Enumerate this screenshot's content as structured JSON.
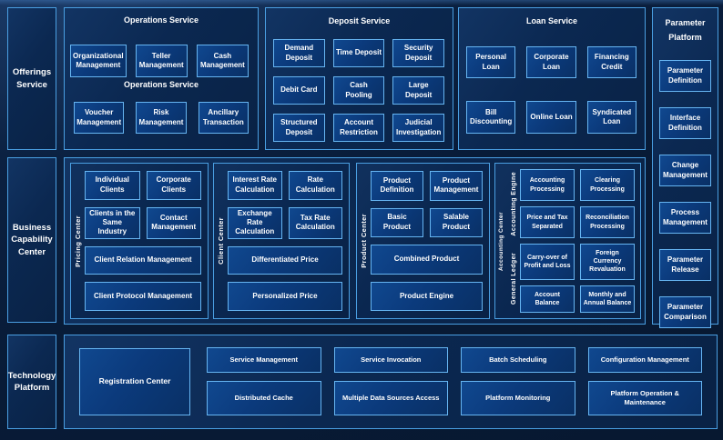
{
  "sidebars": {
    "offerings": "Offerings Service",
    "business": "Business Capability Center",
    "technology": "Technology Platform"
  },
  "operations": {
    "title": "Operations Service",
    "subtitle": "Operations Service",
    "row1": [
      "Organizational Management",
      "Teller Management",
      "Cash Management"
    ],
    "row2": [
      "Voucher Management",
      "Risk Management",
      "Ancillary Transaction"
    ]
  },
  "deposit": {
    "title": "Deposit Service",
    "row1": [
      "Demand Deposit",
      "Time Deposit",
      "Security Deposit"
    ],
    "row2": [
      "Debit Card",
      "Cash Pooling",
      "Large Deposit"
    ],
    "row3": [
      "Structured Deposit",
      "Account Restriction",
      "Judicial Investigation"
    ]
  },
  "loan": {
    "title": "Loan Service",
    "row1": [
      "Personal Loan",
      "Corporate Loan",
      "Financing Credit"
    ],
    "row2": [
      "Bill Discounting",
      "Online Loan",
      "Syndicated Loan"
    ]
  },
  "parameter_platform": {
    "title": "Parameter Platform",
    "items": [
      "Parameter Definition",
      "Interface Definition",
      "Change Management",
      "Process Management",
      "Parameter Release",
      "Parameter Comparison"
    ]
  },
  "centers": {
    "pricing": {
      "label": "Pricing Center",
      "small": [
        "Individual Clients",
        "Corporate Clients",
        "Clients in the Same Industry",
        "Contact Management"
      ],
      "wide": [
        "Client Relation Management",
        "Client Protocol Management"
      ]
    },
    "client": {
      "label": "Client Center",
      "small": [
        "Interest Rate Calculation",
        "Rate Calculation",
        "Exchange Rate Calculation",
        "Tax Rate Calculation"
      ],
      "wide": [
        "Differentiated Price",
        "Personalized Price"
      ]
    },
    "product": {
      "label": "Product Center",
      "small": [
        "Product Definition",
        "Product Management",
        "Basic Product",
        "Salable Product"
      ],
      "wide": [
        "Combined Product",
        "Product Engine"
      ]
    },
    "accounting": {
      "label": "Accounting Center",
      "engine": {
        "label": "Accounting Engine",
        "boxes": [
          "Accounting Processing",
          "Clearing Processing",
          "Price and Tax Separated",
          "Reconciliation Processing"
        ]
      },
      "ledger": {
        "label": "General Ledger",
        "boxes": [
          "Carry-over of Profit and Loss",
          "Foreign Currency Revaluation",
          "Account Balance",
          "Monthly and Annual Balance"
        ]
      }
    }
  },
  "technology": {
    "registration": "Registration Center",
    "row1": [
      "Service Management",
      "Service Invocation",
      "Batch Scheduling",
      "Configuration Management"
    ],
    "row2": [
      "Distributed Cache",
      "Multiple Data Sources Access",
      "Platform Monitoring",
      "Platform Operation & Maintenance"
    ]
  },
  "colors": {
    "page_bg": "#081b37",
    "panel_border": "#4a9fe2",
    "box_border": "#66b5f2",
    "box_fill": "#0b3a7c",
    "text": "#ffffff"
  }
}
